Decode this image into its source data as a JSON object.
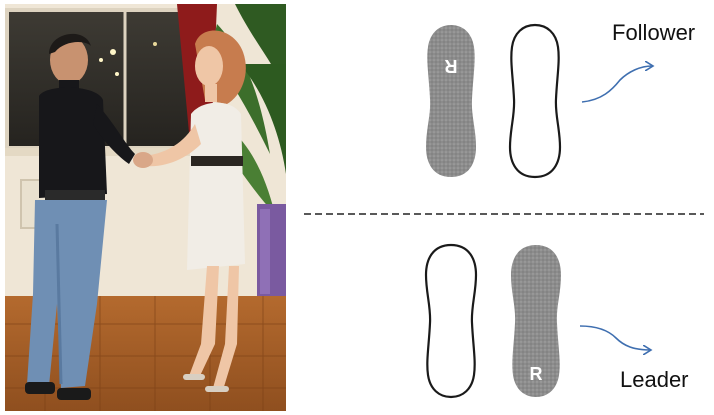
{
  "labels": {
    "follower": "Follower",
    "leader": "Leader"
  },
  "right_foot_letter": "R",
  "colors": {
    "shaded_foot": "#8a8a8a",
    "arrow": "#3f6fb0",
    "divider": "#222222"
  }
}
